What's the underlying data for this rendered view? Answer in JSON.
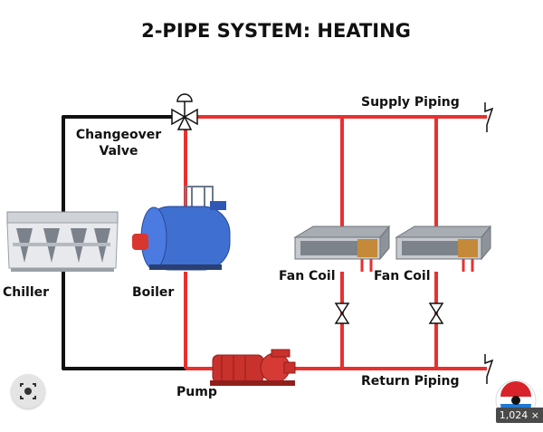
{
  "title": "2-PIPE SYSTEM: HEATING",
  "labels": {
    "supply_piping": "Supply Piping",
    "return_piping": "Return Piping",
    "changeover_line1": "Changeover",
    "changeover_line2": "Valve",
    "chiller": "Chiller",
    "boiler": "Boiler",
    "pump": "Pump",
    "fan_coil_1": "Fan Coil",
    "fan_coil_2": "Fan Coil"
  },
  "overlay": {
    "badge": "1,024 ×",
    "lens_icon": "image-search-icon",
    "logo_icon": "brand-logo-icon"
  },
  "colors": {
    "hot_pipe": "#e8312f",
    "inactive_pipe": "#111111",
    "boiler": "#3f6fd1",
    "pump": "#c9312c"
  }
}
